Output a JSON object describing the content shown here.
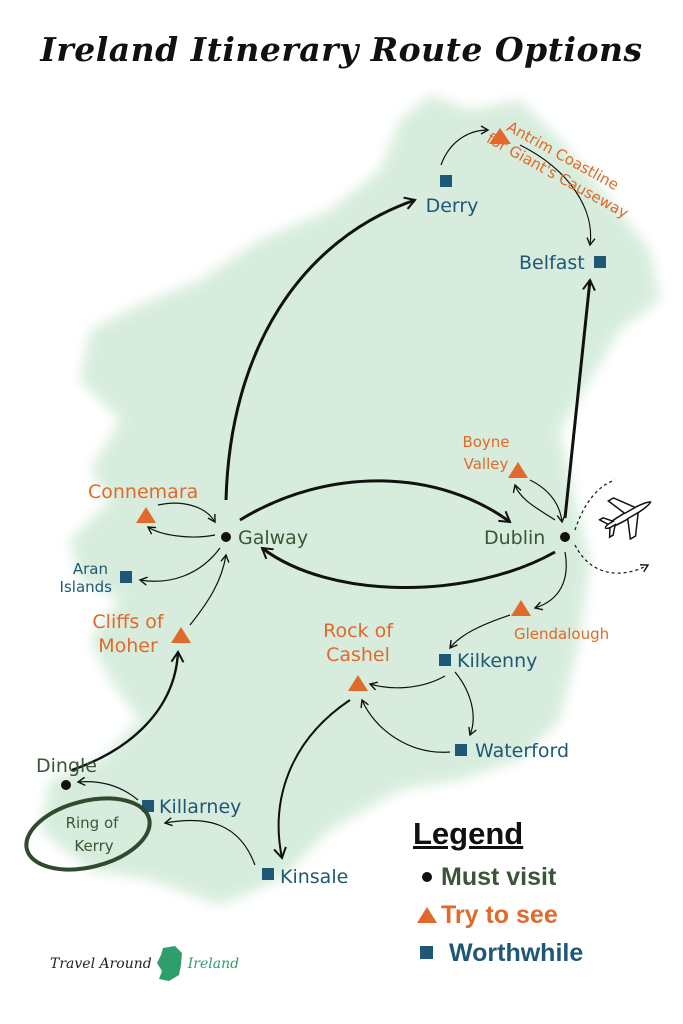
{
  "title": "Ireland Itinerary Route Options",
  "places": {
    "derry": "Derry",
    "antrim_1": "Antrim Coastline",
    "antrim_2": "for Giant's Causeway",
    "belfast": "Belfast",
    "boyne_1": "Boyne",
    "boyne_2": "Valley",
    "dublin": "Dublin",
    "glendalough": "Glendalough",
    "kilkenny": "Kilkenny",
    "waterford": "Waterford",
    "cashel_1": "Rock of",
    "cashel_2": "Cashel",
    "kinsale": "Kinsale",
    "killarney": "Killarney",
    "dingle": "Dingle",
    "kerry_1": "Ring of",
    "kerry_2": "Kerry",
    "moher_1": "Cliffs of",
    "moher_2": "Moher",
    "aran_1": "Aran",
    "aran_2": "Islands",
    "connemara": "Connemara",
    "galway": "Galway"
  },
  "legend": {
    "title": "Legend",
    "must": "Must visit",
    "try": "Try to see",
    "worth": "Worthwhile"
  },
  "logo": {
    "left": "Travel Around",
    "right": "Ireland"
  },
  "colors": {
    "must": "#3b5538",
    "try": "#e0692b",
    "worth": "#1f5776",
    "land": "#d6ecdc"
  }
}
